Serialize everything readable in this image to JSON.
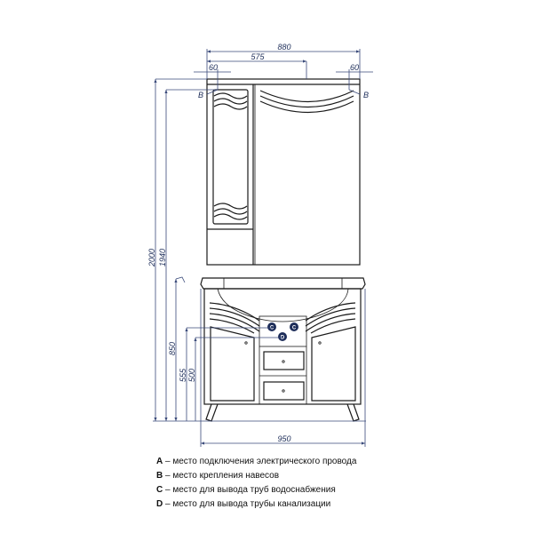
{
  "dimensions": {
    "mirror_width": "880",
    "mirror_offset": "575",
    "hanger_left": "60",
    "hanger_right": "60",
    "total_height": "2000",
    "hanger_height": "1940",
    "vanity_height": "850",
    "water_height": "555",
    "drain_height": "500",
    "vanity_width": "950"
  },
  "markers": {
    "b": "B",
    "c": "C",
    "d": "D"
  },
  "legend": [
    {
      "key": "A",
      "text": " – место подключения электрического провода"
    },
    {
      "key": "B",
      "text": " – место крепления навесов"
    },
    {
      "key": "C",
      "text": " – место для вывода труб водоснабжения"
    },
    {
      "key": "D",
      "text": " – место для вывода трубы канализации"
    }
  ],
  "colors": {
    "marker": "#1e2e5a",
    "dimension": "#3a4a7a"
  }
}
